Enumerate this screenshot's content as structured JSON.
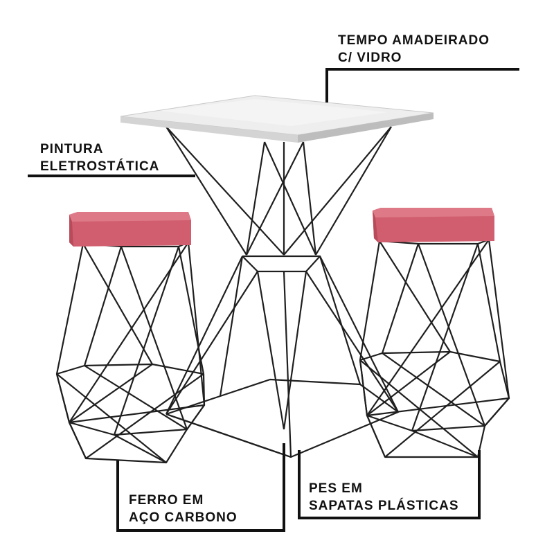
{
  "callouts": {
    "tampo": {
      "line1": "TEMPO AMADEIRADO",
      "line2": "C/ VIDRO"
    },
    "pintura": {
      "line1": "PINTURA",
      "line2": "ELETROSTÁTICA"
    },
    "ferro": {
      "line1": "FERRO EM",
      "line2": "AÇO CARBONO"
    },
    "pes": {
      "line1": "PES EM",
      "line2": "SAPATAS PLÁSTICAS"
    }
  },
  "colors": {
    "background": "#ffffff",
    "wire_frame": "#1f1f1f",
    "table_top": "#eeeeee",
    "seat_cushion": "#d05e6e",
    "leader_line": "#111111"
  }
}
